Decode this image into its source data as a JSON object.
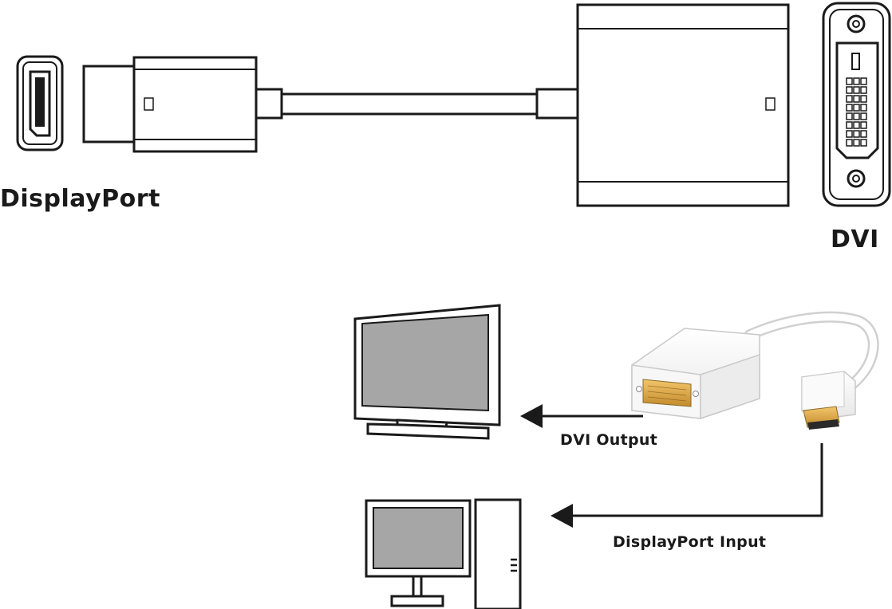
{
  "labels": {
    "displayport": "DisplayPort",
    "dvi": "DVI",
    "dvi_output": "DVI Output",
    "displayport_input": "DisplayPort Input"
  },
  "colors": {
    "line": "#1a1a1a",
    "screen": "#a6a6a6",
    "adapter_body": "#f4f4f4",
    "gold_connector": "#d9a441"
  }
}
